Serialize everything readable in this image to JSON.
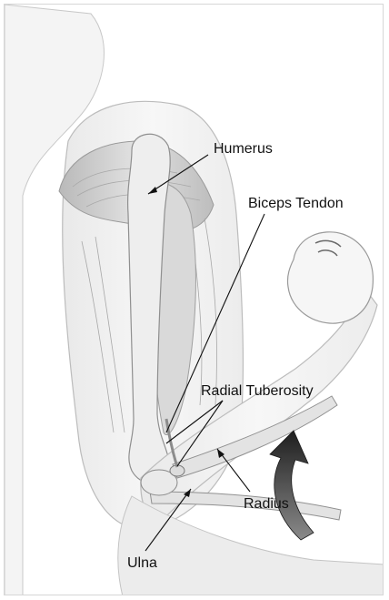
{
  "labels": {
    "humerus": "Humerus",
    "biceps_tendon": "Biceps Tendon",
    "radial_tuberosity": "Radial Tuberosity",
    "radius": "Radius",
    "ulna": "Ulna"
  },
  "colors": {
    "background": "#ffffff",
    "skin": "#f2f2f2",
    "muscle": "#cfcfcf",
    "bone": "#e6e6e6",
    "arrow": "#2a2a2a",
    "leader_line": "#111111"
  }
}
